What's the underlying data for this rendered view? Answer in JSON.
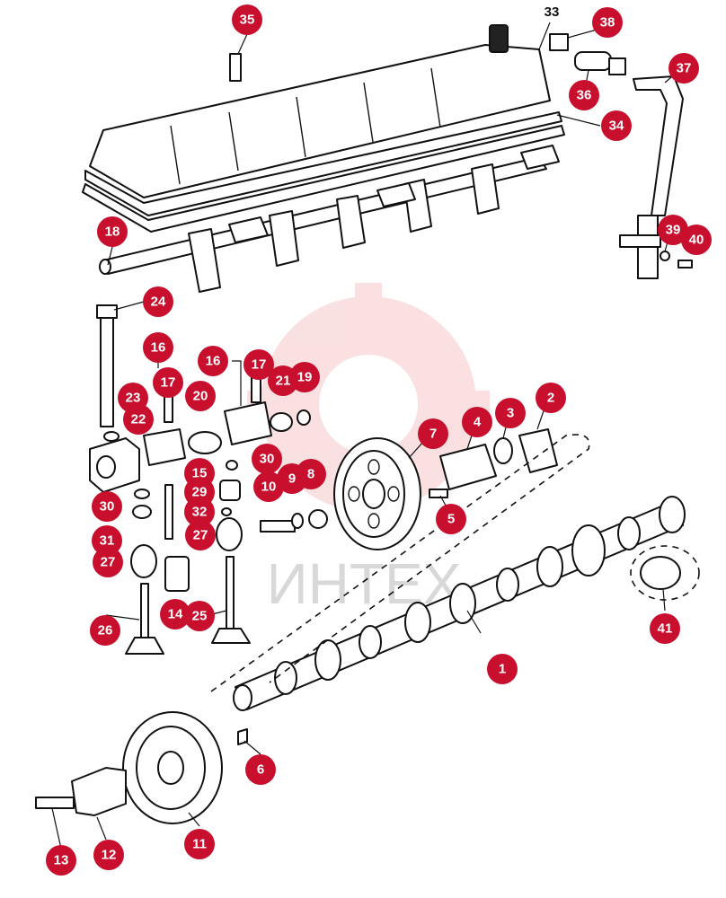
{
  "watermark": {
    "text": "ИНТЕХ",
    "color": "#f2a9a9"
  },
  "colors": {
    "callout": "#c8102e",
    "line": "#111111"
  },
  "labels": {
    "l1": "1",
    "l2": "2",
    "l3": "3",
    "l4": "4",
    "l5": "5",
    "l6": "6",
    "l7": "7",
    "l8": "8",
    "l9": "9",
    "l10": "10",
    "l11": "11",
    "l12": "12",
    "l13": "13",
    "l14": "14",
    "l15": "15",
    "l16a": "16",
    "l16b": "16",
    "l17a": "17",
    "l17b": "17",
    "l18": "18",
    "l19": "19",
    "l20": "20",
    "l21": "21",
    "l22": "22",
    "l23": "23",
    "l24": "24",
    "l25": "25",
    "l26": "26",
    "l27a": "27",
    "l27b": "27",
    "l29": "29",
    "l30a": "30",
    "l30b": "30",
    "l31": "31",
    "l32": "32",
    "l33": "33",
    "l34": "34",
    "l35": "35",
    "l36": "36",
    "l37": "37",
    "l38": "38",
    "l39": "39",
    "l40": "40",
    "l41": "41"
  }
}
